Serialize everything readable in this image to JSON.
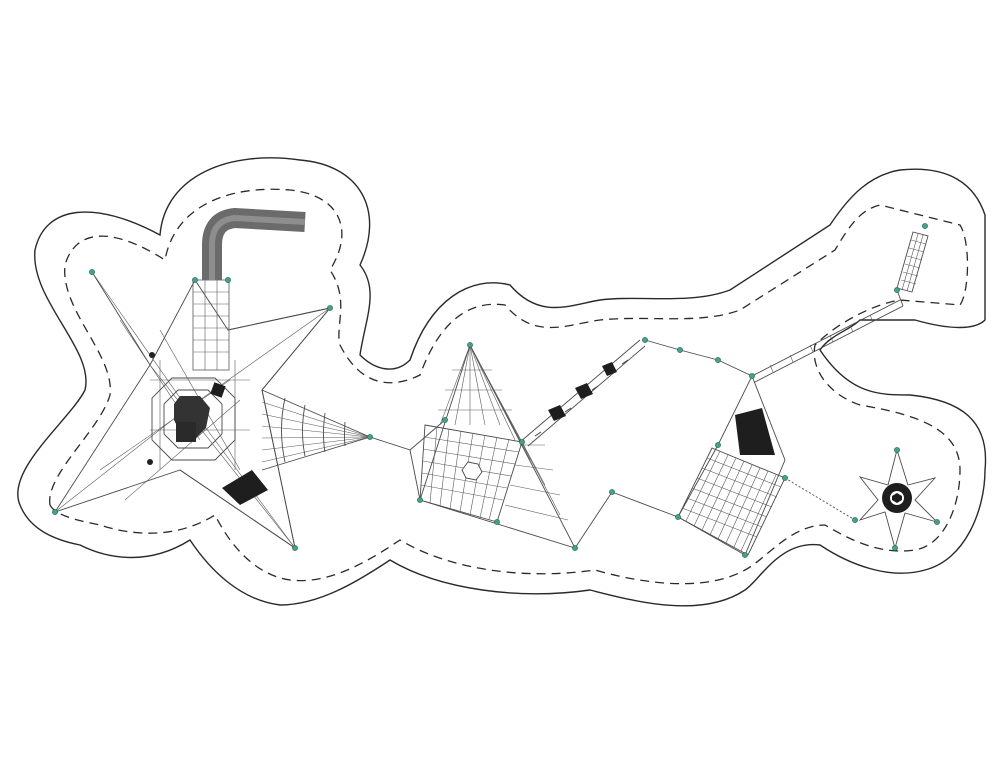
{
  "diagram": {
    "kind": "playground rope net layout (top view)",
    "colors": {
      "background": "#ffffff",
      "outline": "#2a2a2a",
      "rope": "#4a4a4a",
      "post": "#3fa58a",
      "slide": "#707070",
      "panel": "#1e1e1e"
    },
    "icons": [
      "slide-tube",
      "star-net",
      "pyramid-net",
      "square-net",
      "hexagon-hub",
      "anchor-post"
    ],
    "labels": []
  }
}
